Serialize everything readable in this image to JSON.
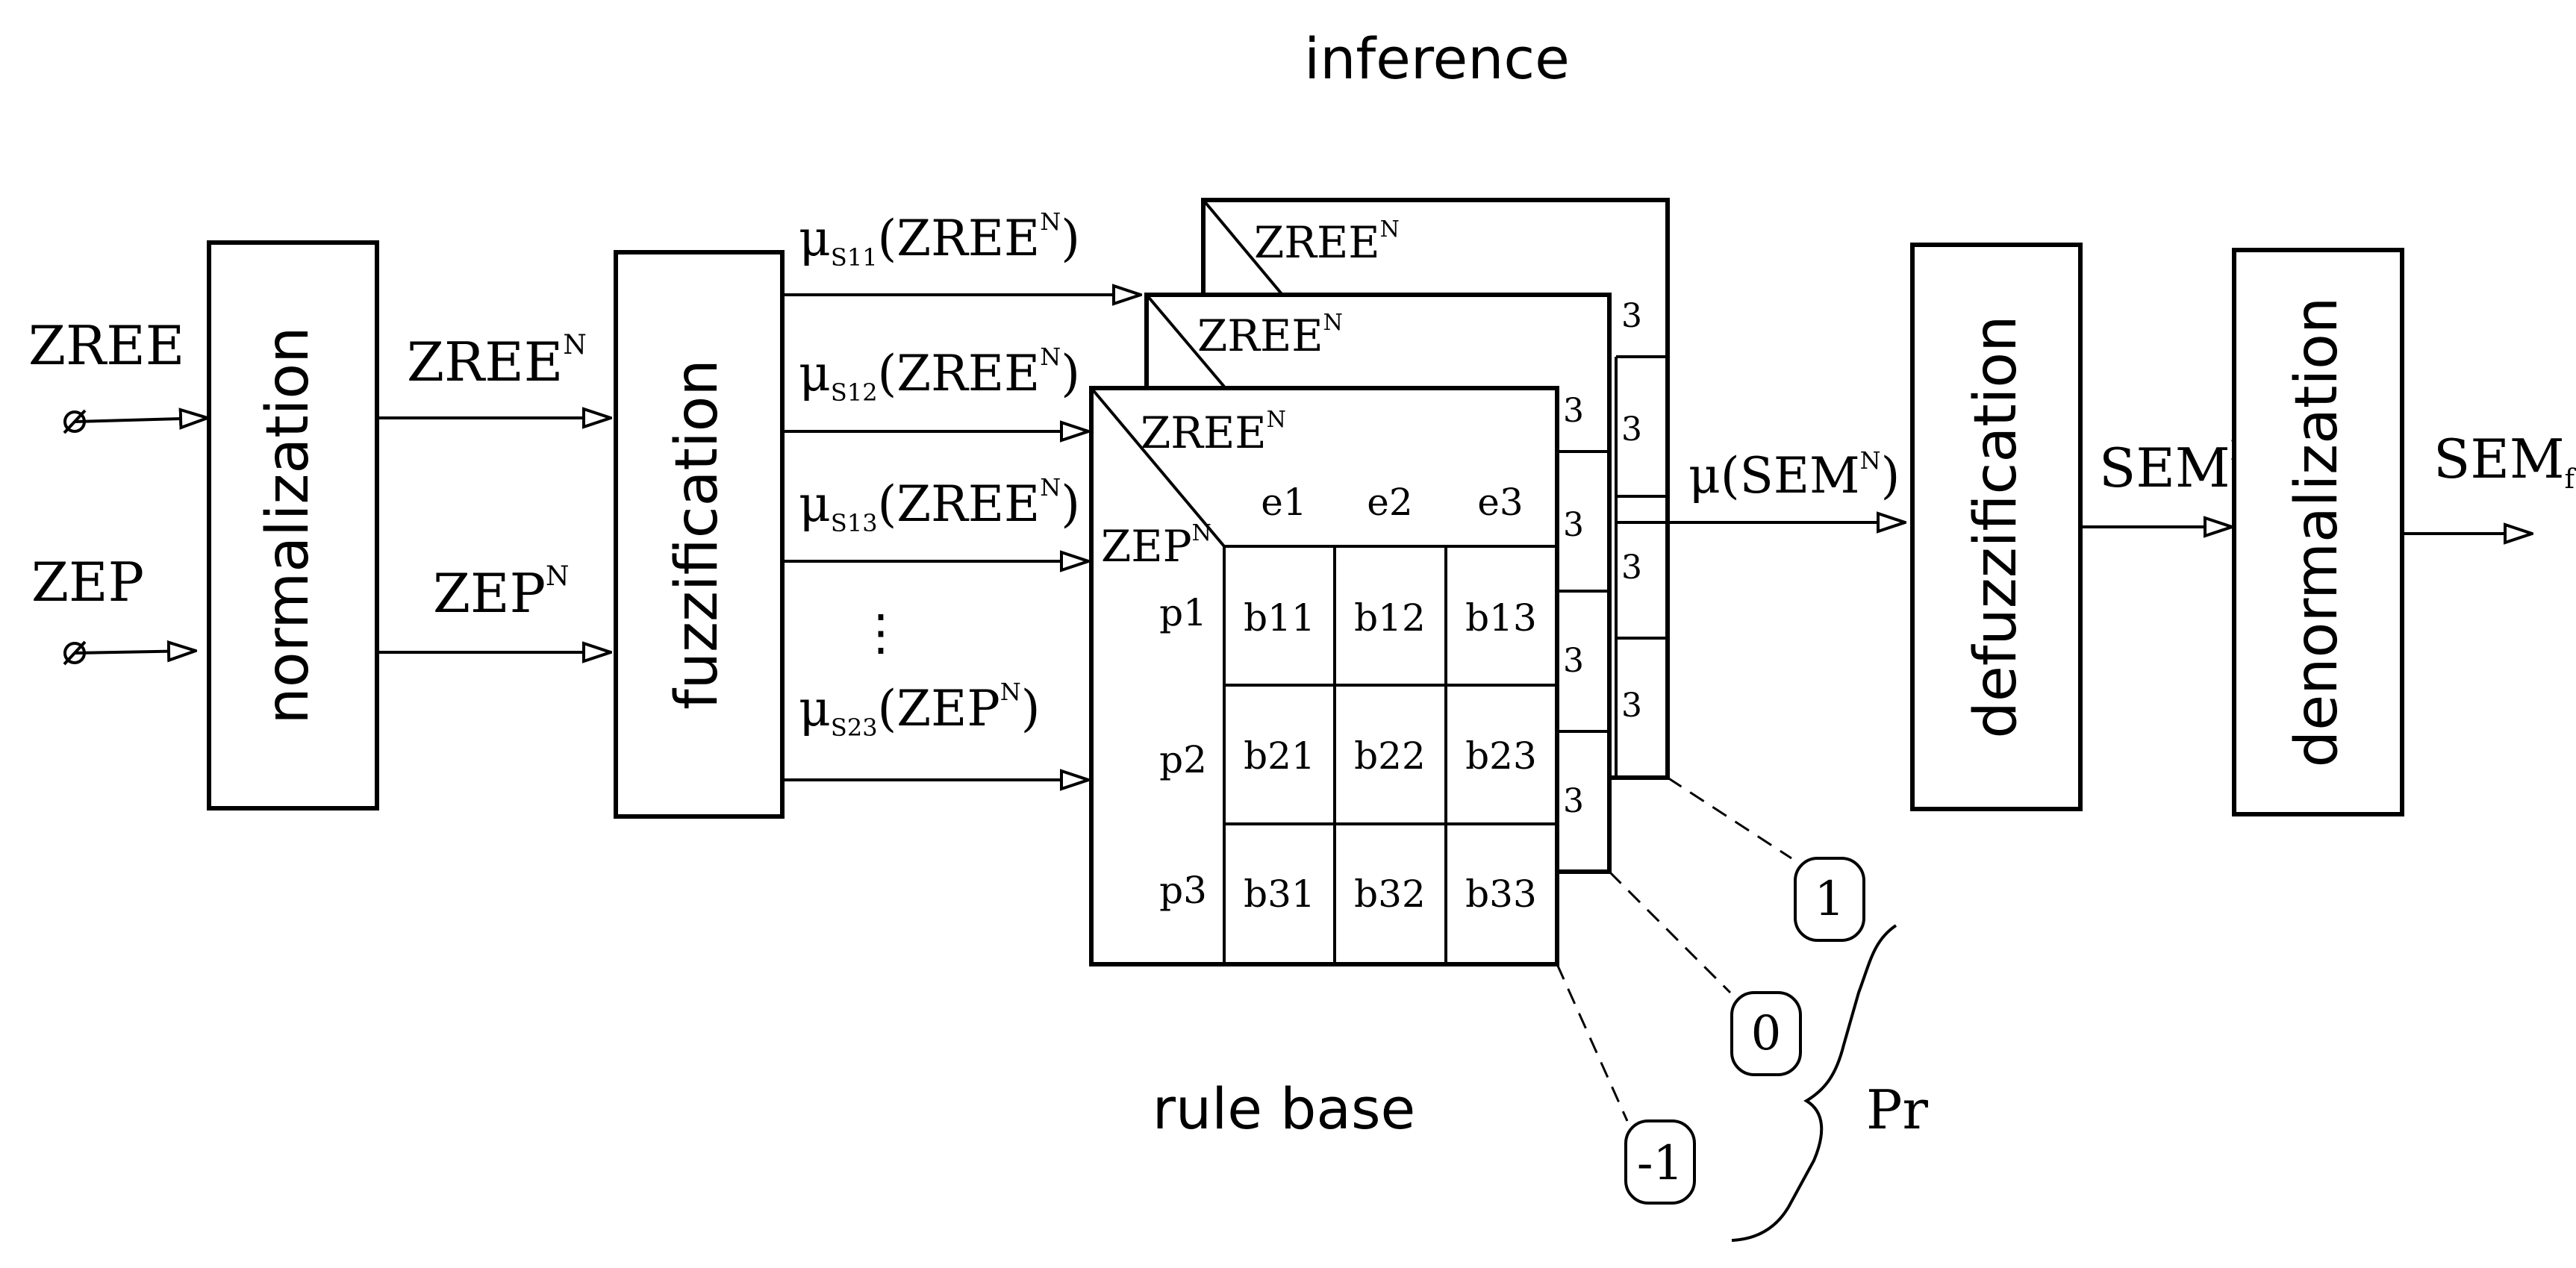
{
  "titles": {
    "inference": "inference",
    "rule_base": "rule base"
  },
  "blocks": {
    "normalization": "normalization",
    "fuzzification": "fuzzification",
    "defuzzification": "defuzzification",
    "denormalization": "denormalization"
  },
  "inputs": {
    "zree": "ZREE",
    "zep": "ZEP"
  },
  "signals": {
    "zree_n_base": "ZREE",
    "zree_n_sup": "N",
    "zep_n_base": "ZEP",
    "zep_n_sup": "N",
    "sem_n_base": "SEM",
    "sem_n_sup": "N",
    "sem_f_base": "SEM",
    "sem_f_sub": "f",
    "mu_sem": "μ(SEM",
    "mu_sem_sup": "N",
    "close": ")"
  },
  "memberships": [
    {
      "mu": "μ",
      "sub": "S11",
      "arg": "(ZREE",
      "sup": "N",
      "close": ")"
    },
    {
      "mu": "μ",
      "sub": "S12",
      "arg": "(ZREE",
      "sup": "N",
      "close": ")"
    },
    {
      "mu": "μ",
      "sub": "S13",
      "arg": "(ZREE",
      "sup": "N",
      "close": ")"
    },
    {
      "mu": "μ",
      "sub": "S23",
      "arg": "(ZEP",
      "sup": "N",
      "close": ")"
    }
  ],
  "ellipsis": "⋮",
  "rule_table": {
    "corner_top": "ZREE",
    "corner_top_sup": "N",
    "corner_left": "ZEP",
    "corner_left_sup": "N",
    "columns": [
      "e1",
      "e2",
      "e3"
    ],
    "rows": [
      "p1",
      "p2",
      "p3"
    ],
    "cells": [
      [
        "b11",
        "b12",
        "b13"
      ],
      [
        "b21",
        "b22",
        "b23"
      ],
      [
        "b31",
        "b32",
        "b33"
      ]
    ],
    "back_fragment": "3"
  },
  "layers": [
    "1",
    "0",
    "-1"
  ],
  "pr_label": "Pr"
}
